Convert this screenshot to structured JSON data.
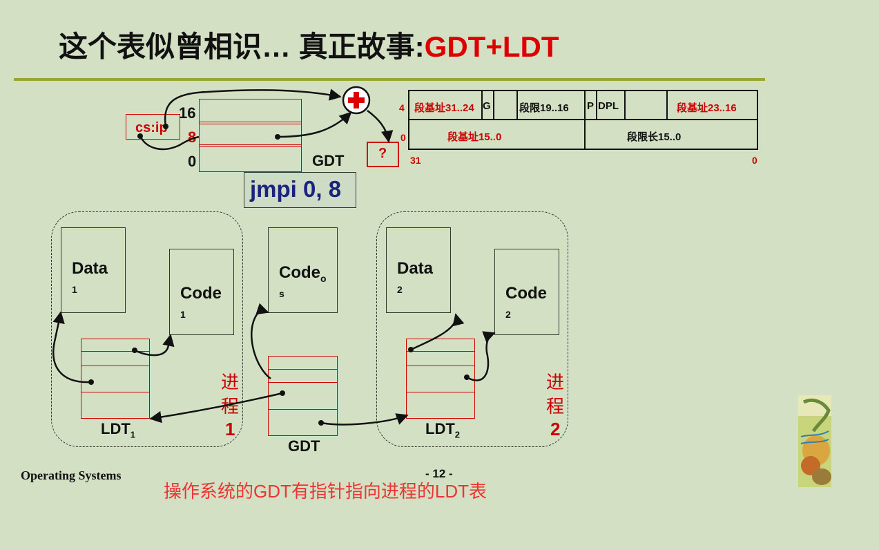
{
  "slide": {
    "title_main": "这个表似曾相识… 真正故事:",
    "title_highlight": "GDT+LDT",
    "footer_left": "Operating Systems",
    "page_number": "- 12 -",
    "caption": "操作系统的GDT有指针指向进程的LDT表"
  },
  "top": {
    "cs_ip": "cs:ip",
    "gdt_indices": [
      "16",
      "8",
      "0"
    ],
    "gdt_label": "GDT",
    "question": "?",
    "instruction": "jmpi 0, 8"
  },
  "descriptor": {
    "row_index_top": "4",
    "row_index_bottom": "0",
    "bit_high": "31",
    "bit_low": "0",
    "row1": {
      "base_31_24": "段基址31..24",
      "g": "G",
      "limit_19_16": "段限19..16",
      "p": "P",
      "dpl": "DPL",
      "base_23_16": "段基址23..16"
    },
    "row2": {
      "base_15_0": "段基址15..0",
      "limit_15_0": "段限长15..0"
    }
  },
  "process1": {
    "data_label": "Data",
    "data_sub": "1",
    "code_label": "Code",
    "code_sub": "1",
    "ldt_label": "LDT",
    "ldt_sub": "1",
    "proc_text": [
      "进",
      "程",
      "1"
    ]
  },
  "os": {
    "code_label": "Code",
    "code_sub_o": "o",
    "code_sub_s": "s",
    "gdt_label": "GDT"
  },
  "process2": {
    "data_label": "Data",
    "data_sub": "2",
    "code_label": "Code",
    "code_sub": "2",
    "ldt_label": "LDT",
    "ldt_sub": "2",
    "proc_text": [
      "进",
      "程",
      "2"
    ]
  },
  "colors": {
    "background": "#d3e0c4",
    "accent_red": "#cc0000",
    "rule": "#9aa437",
    "instruction_text": "#1a237e"
  },
  "icons": {
    "adder": "plus-circle-icon",
    "book": "book-cover-icon"
  }
}
